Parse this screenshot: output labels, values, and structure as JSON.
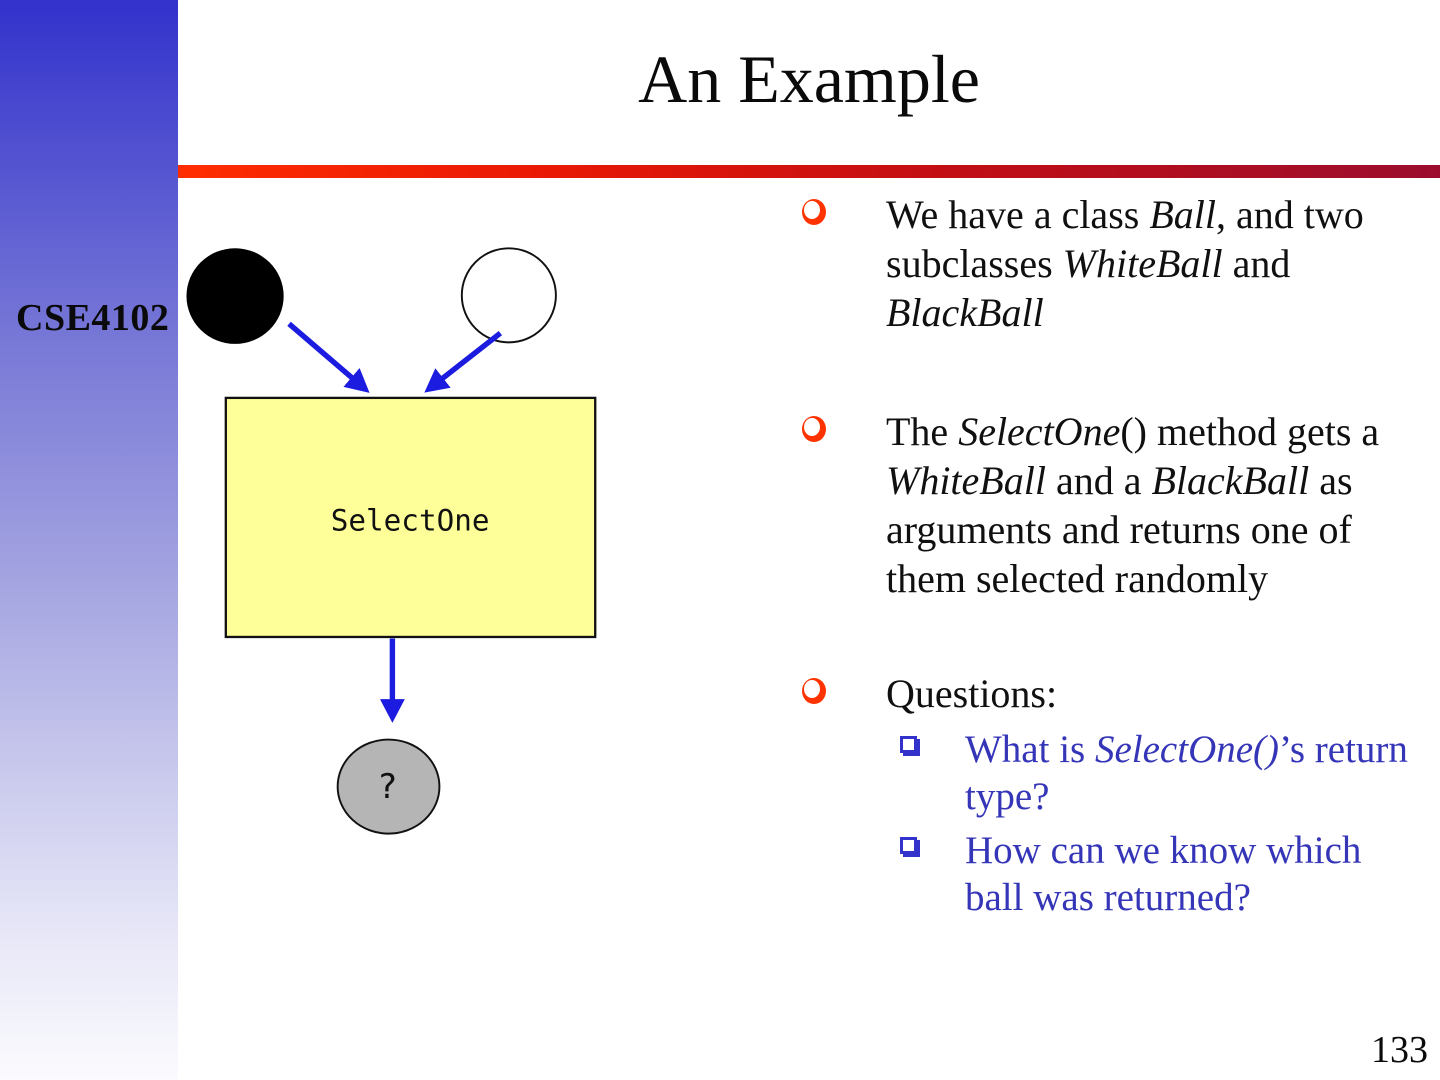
{
  "slide": {
    "title": "An Example",
    "sidebar_label": "CSE4102",
    "page_number": "133"
  },
  "diagram": {
    "box_label": "SelectOne",
    "result_label": "?",
    "shapes": [
      "black-ball",
      "white-ball",
      "select-one-box",
      "result-ball"
    ],
    "colors": {
      "arrow_blue": "#1c1ce0",
      "box_fill": "#ffff99",
      "box_border": "#111111",
      "result_fill": "#b5b5b5",
      "black_ball": "#000000",
      "white_ball": "#ffffff"
    }
  },
  "bullets": [
    {
      "segments": [
        {
          "t": "We have a class "
        },
        {
          "t": "Ball",
          "i": true
        },
        {
          "t": ", and two subclasses "
        },
        {
          "t": "WhiteBall",
          "i": true
        },
        {
          "t": " and "
        },
        {
          "t": "BlackBall",
          "i": true
        }
      ]
    },
    {
      "segments": [
        {
          "t": "The "
        },
        {
          "t": "SelectOne",
          "i": true
        },
        {
          "t": "() method gets a "
        },
        {
          "t": "WhiteBall",
          "i": true
        },
        {
          "t": " and a "
        },
        {
          "t": "BlackBall",
          "i": true
        },
        {
          "t": " as arguments and returns one of them selected randomly"
        }
      ]
    },
    {
      "segments": [
        {
          "t": "Questions:"
        }
      ],
      "children": [
        {
          "segments": [
            {
              "t": "What is "
            },
            {
              "t": "SelectOne()",
              "i": true
            },
            {
              "t": "’s return type?"
            }
          ]
        },
        {
          "segments": [
            {
              "t": "How can we know which ball was returned?"
            }
          ]
        }
      ]
    }
  ],
  "theme": {
    "sidebar_top": "#3232cc",
    "bar_gradient_left": "#ff2d00",
    "bar_gradient_right": "#9b0d2e",
    "bullet_orange": "#ff3300",
    "sub_bullet_blue": "#3333cc",
    "sub_text_blue": "#3535b8"
  }
}
